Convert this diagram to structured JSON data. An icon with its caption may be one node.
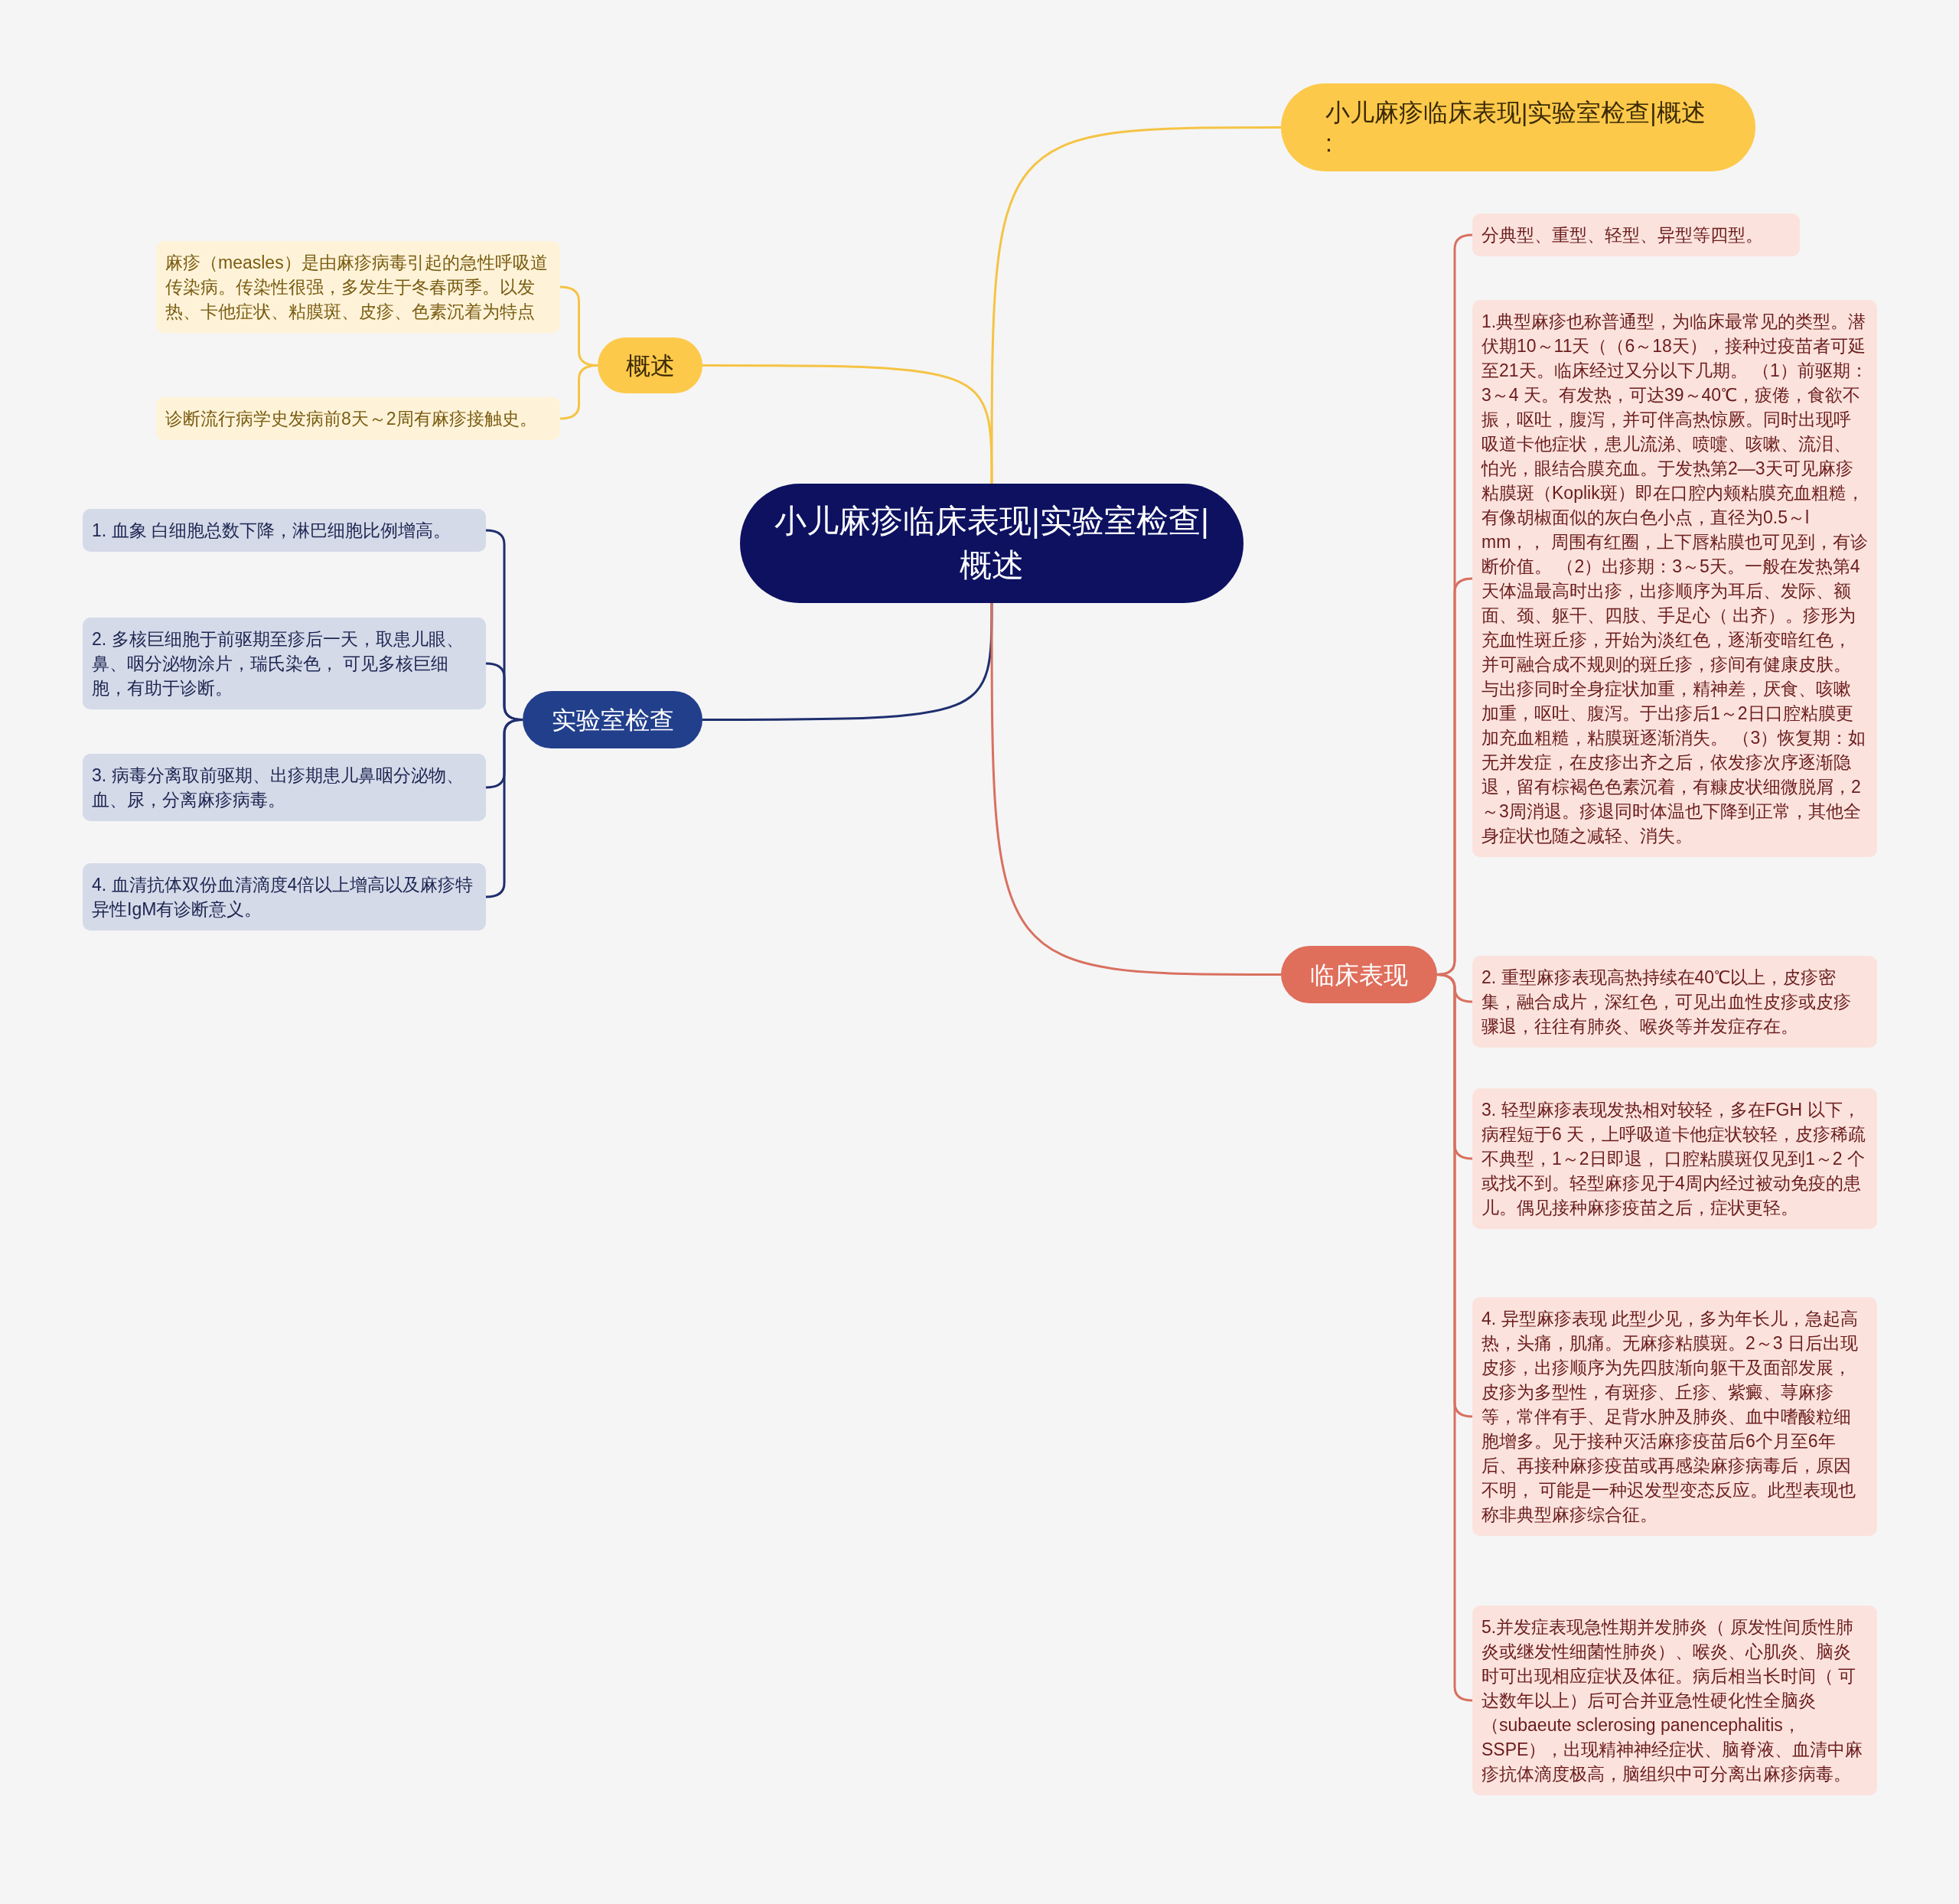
{
  "diagram": {
    "nodes": [
      {
        "text": [
          "小儿麻疹临床表现|实验室检查|概述"
        ]
      },
      {
        "text": [
          "小儿麻疹临床表现|实验室检查|概述 :"
        ]
      },
      {
        "text": [
          "概述"
        ]
      },
      {
        "text": [
          "麻疹（measles）是由麻疹病毒引起的急性呼吸道传染病。传染性很强，多发生于冬春两季。以发热、卡他症状、粘膜斑、皮疹、色素沉着为特点"
        ]
      },
      {
        "text": [
          "诊断流行病学史发病前8天～2周有麻疹接触史。"
        ]
      },
      {
        "text": [
          "实验室检查"
        ]
      },
      {
        "text": [
          "1. 血象 白细胞总数下降，淋巴细胞比例增高。"
        ]
      },
      {
        "text": [
          "2. 多核巨细胞于前驱期至疹后一天，取患儿眼、鼻、咽分泌物涂片，瑞氏染色， 可见多核巨细胞，有助于诊断。"
        ]
      },
      {
        "text": [
          "3. 病毒分离取前驱期、出疹期患儿鼻咽分泌物、血、尿，分离麻疹病毒。"
        ]
      },
      {
        "text": [
          "4. 血清抗体双份血清滴度4倍以上增高以及麻疹特异性IgM有诊断意义。"
        ]
      },
      {
        "text": [
          "临床表现"
        ]
      },
      {
        "text": [
          "分典型、重型、轻型、异型等四型。"
        ]
      },
      {
        "text": [
          "1.典型麻疹也称普通型，为临床最常见的类型。潜伏期10～11天（（6～18天），接种过疫苗者可延至21天。临床经过又分以下几期。 （1）前驱期：3～4 天。有发热，可达39～40℃，疲倦，食欲不振，呕吐，腹泻，并可伴高热惊厥。同时出现呼吸道卡他症状，患儿流涕、喷嚏、咳嗽、流泪、怕光，眼结合膜充血。于发热第2—3天可见麻疹粘膜斑（Koplik斑）即在口腔内颊粘膜充血粗糙，有像胡椒面似的灰白色小点，直径为0.5～l mm，， 周围有红圈，上下唇粘膜也可见到，有诊断价值。 （2）出疹期：3～5天。一般在发热第4天体温最高时出疹，出疹顺序为耳后、发际、额面、颈、躯干、四肢、手足心（ 出齐）。疹形为充血性斑丘疹，开始为淡红色，逐渐变暗红色，并可融合成不规则的斑丘疹，疹间有健康皮肤。与出疹同时全身症状加重，精神差，厌食、咳嗽加重，呕吐、腹泻。于出疹后1～2日口腔粘膜更加充血粗糙，粘膜斑逐渐消失。 （3）恢复期：如无并发症，在皮疹出齐之后，依发疹次序逐渐隐退，留有棕褐色色素沉着，有糠皮状细微脱屑，2～3周消退。疹退同时体温也下降到正常，其他全身症状也随之减轻、消失。"
        ]
      },
      {
        "text": [
          "2. 重型麻疹表现高热持续在40℃以上，皮疹密集，融合成片，深红色，可见出血性皮疹或皮疹骤退，往往有肺炎、喉炎等并发症存在。"
        ]
      },
      {
        "text": [
          "3. 轻型麻疹表现发热相对较轻，多在FGH 以下，病程短于6 天，上呼吸道卡他症状较轻，皮疹稀疏不典型，1～2日即退， 口腔粘膜斑仅见到1～2 个或找不到。轻型麻疹见于4周内经过被动免疫的患儿。偶见接种麻疹疫苗之后，症状更轻。"
        ]
      },
      {
        "text": [
          "4. 异型麻疹表现 此型少见，多为年长儿，急起高热，头痛，肌痛。无麻疹粘膜斑。2～3 日后出现皮疹，出疹顺序为先四肢渐向躯干及面部发展，皮疹为多型性，有斑疹、丘疹、紫癜、荨麻疹等，常伴有手、足背水肿及肺炎、血中嗜酸粒细胞增多。见于接种灭活麻疹疫苗后6个月至6年后、再接种麻疹疫苗或再感染麻疹病毒后，原因不明， 可能是一种迟发型变态反应。此型表现也称非典型麻疹综合征。"
        ]
      },
      {
        "text": [
          "5.并发症表现急性期并发肺炎（ 原发性间质性肺炎或继发性细菌性肺炎）、喉炎、心肌炎、脑炎时可出现相应症状及体征。病后相当长时间（ 可达数年以上）后可合并亚急性硬化性全脑炎（subaeute sclerosing panencephalitis， SSPE），出现精神神经症状、脑脊液、血清中麻疹抗体滴度极高，脑组织中可分离出麻疹病毒。"
        ]
      }
    ],
    "edges": [
      {
        "from": 0,
        "to": 1,
        "arrow": "none",
        "color": "#f5c445"
      },
      {
        "from": 0,
        "to": 2,
        "arrow": "none",
        "color": "#f5c445"
      },
      {
        "from": 2,
        "to": 3,
        "arrow": "none",
        "color": "#f5c445"
      },
      {
        "from": 2,
        "to": 4,
        "arrow": "none",
        "color": "#f5c445"
      },
      {
        "from": 0,
        "to": 5,
        "arrow": "none",
        "color": "#1f2f6e"
      },
      {
        "from": 5,
        "to": 6,
        "arrow": "none",
        "color": "#1f2f6e"
      },
      {
        "from": 5,
        "to": 7,
        "arrow": "none",
        "color": "#1f2f6e"
      },
      {
        "from": 5,
        "to": 8,
        "arrow": "none",
        "color": "#1f2f6e"
      },
      {
        "from": 5,
        "to": 9,
        "arrow": "none",
        "color": "#1f2f6e"
      },
      {
        "from": 0,
        "to": 10,
        "arrow": "none",
        "color": "#d9705f"
      },
      {
        "from": 10,
        "to": 11,
        "arrow": "none",
        "color": "#d9705f"
      },
      {
        "from": 10,
        "to": 12,
        "arrow": "none",
        "color": "#d9705f"
      },
      {
        "from": 10,
        "to": 13,
        "arrow": "none",
        "color": "#d9705f"
      },
      {
        "from": 10,
        "to": 14,
        "arrow": "none",
        "color": "#d9705f"
      },
      {
        "from": 10,
        "to": 15,
        "arrow": "none",
        "color": "#d9705f"
      },
      {
        "from": 10,
        "to": 16,
        "arrow": "none",
        "color": "#d9705f"
      }
    ]
  }
}
